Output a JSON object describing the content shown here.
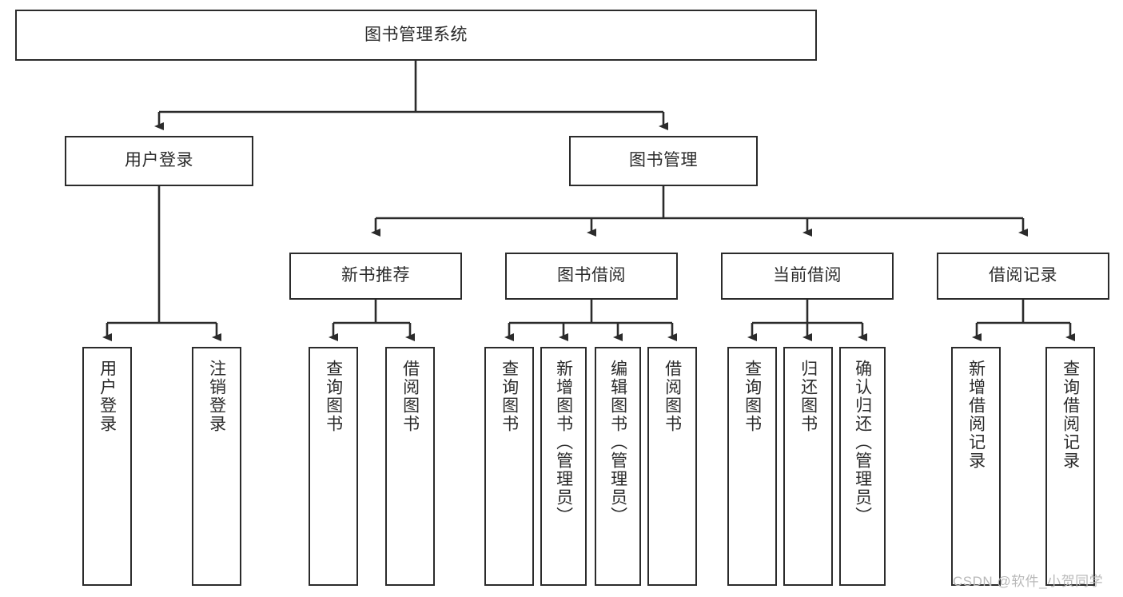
{
  "diagram": {
    "type": "hierarchy-tree",
    "title": "图书管理系统",
    "watermark": "CSDN @软件_小贺同学",
    "colors": {
      "box_border": "#2b2b2b",
      "box_fill": "#ffffff",
      "connector": "#2b2b2b",
      "text": "#2b2b2b",
      "watermark": "#b9b9b9",
      "background": "#ffffff"
    },
    "levels": [
      {
        "level": 1,
        "nodes": [
          {
            "id": "root",
            "label": "图书管理系统",
            "orientation": "horizontal"
          }
        ]
      },
      {
        "level": 2,
        "nodes": [
          {
            "id": "user-login",
            "label": "用户登录",
            "orientation": "horizontal",
            "parent": "root"
          },
          {
            "id": "book-mgmt",
            "label": "图书管理",
            "orientation": "horizontal",
            "parent": "root"
          }
        ]
      },
      {
        "level": 3,
        "nodes": [
          {
            "id": "new-book-rec",
            "label": "新书推荐",
            "orientation": "horizontal",
            "parent": "book-mgmt"
          },
          {
            "id": "book-borrow",
            "label": "图书借阅",
            "orientation": "horizontal",
            "parent": "book-mgmt"
          },
          {
            "id": "current-borrow",
            "label": "当前借阅",
            "orientation": "horizontal",
            "parent": "book-mgmt"
          },
          {
            "id": "borrow-record",
            "label": "借阅记录",
            "orientation": "horizontal",
            "parent": "book-mgmt"
          }
        ]
      },
      {
        "level": 4,
        "nodes": [
          {
            "id": "leaf-1",
            "label": "用户登录",
            "orientation": "vertical",
            "parent": "user-login"
          },
          {
            "id": "leaf-2",
            "label": "注销登录",
            "orientation": "vertical",
            "parent": "user-login"
          },
          {
            "id": "leaf-3",
            "label": "查询图书",
            "orientation": "vertical",
            "parent": "new-book-rec"
          },
          {
            "id": "leaf-4",
            "label": "借阅图书",
            "orientation": "vertical",
            "parent": "new-book-rec"
          },
          {
            "id": "leaf-5",
            "label": "查询图书",
            "orientation": "vertical",
            "parent": "book-borrow"
          },
          {
            "id": "leaf-6",
            "label": "新增图书（管理员）",
            "orientation": "vertical",
            "parent": "book-borrow"
          },
          {
            "id": "leaf-7",
            "label": "编辑图书（管理员）",
            "orientation": "vertical",
            "parent": "book-borrow"
          },
          {
            "id": "leaf-8",
            "label": "借阅图书",
            "orientation": "vertical",
            "parent": "book-borrow"
          },
          {
            "id": "leaf-9",
            "label": "查询图书",
            "orientation": "vertical",
            "parent": "current-borrow"
          },
          {
            "id": "leaf-10",
            "label": "归还图书",
            "orientation": "vertical",
            "parent": "current-borrow"
          },
          {
            "id": "leaf-11",
            "label": "确认归还（管理员）",
            "orientation": "vertical",
            "parent": "current-borrow"
          },
          {
            "id": "leaf-12",
            "label": "新增借阅记录",
            "orientation": "vertical",
            "parent": "borrow-record"
          },
          {
            "id": "leaf-13",
            "label": "查询借阅记录",
            "orientation": "vertical",
            "parent": "borrow-record"
          }
        ]
      }
    ]
  }
}
